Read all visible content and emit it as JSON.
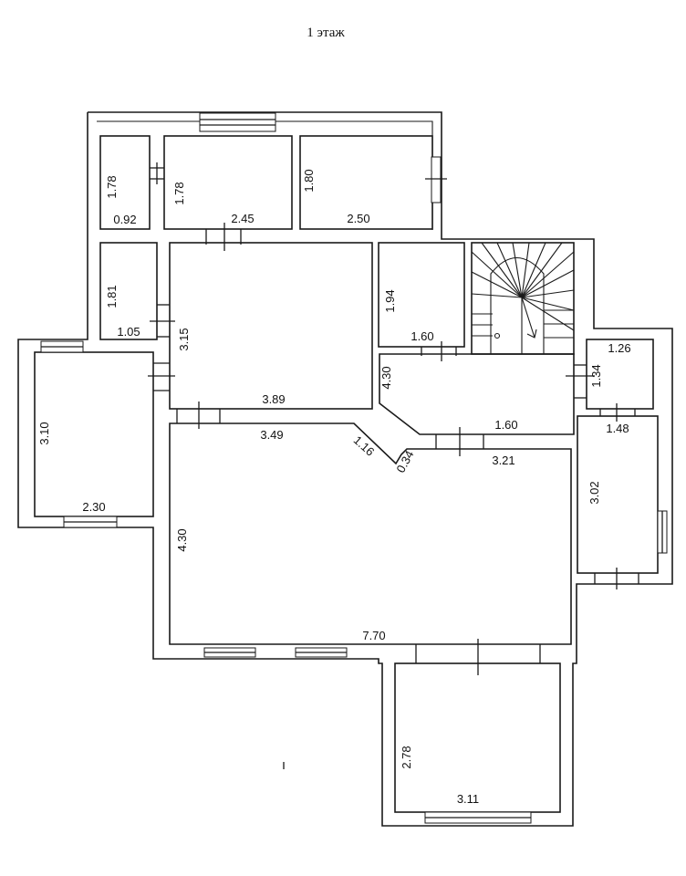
{
  "title": "1 этаж",
  "dims": {
    "r1_h": "1.78",
    "r1_w": "0.92",
    "r2_h": "1.78",
    "r2_w": "2.45",
    "r3_h": "1.80",
    "r3_w": "2.50",
    "r4_h": "1.81",
    "r4_w": "1.05",
    "r5_h": "3.15",
    "r5_w": "3.89",
    "r6_h": "1.94",
    "r6_w": "1.60",
    "r7_h": "4.30",
    "r7_w": "1.60",
    "r8_w": "1.26",
    "r8_h": "1.34",
    "r9_h": "3.10",
    "r9_w": "2.30",
    "r10_w1": "3.49",
    "r10_d1": "1.16",
    "r10_d2": "0.34",
    "r10_w2": "3.21",
    "r10_h": "4.30",
    "r10_w": "7.70",
    "r11_w": "1.48",
    "r11_h": "3.02",
    "r12_h": "2.78",
    "r12_w": "3.11"
  }
}
